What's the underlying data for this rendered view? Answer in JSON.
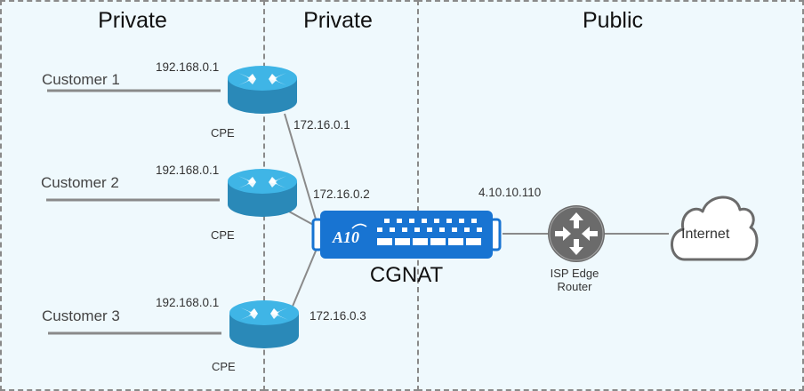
{
  "zones": [
    {
      "title": "Private"
    },
    {
      "title": "Private"
    },
    {
      "title": "Public"
    }
  ],
  "customers": [
    {
      "name": "Customer 1",
      "lan_ip": "192.168.0.1",
      "device": "CPE",
      "wan_ip": "172.16.0.1"
    },
    {
      "name": "Customer 2",
      "lan_ip": "192.168.0.1",
      "device": "CPE",
      "wan_ip": "172.16.0.2"
    },
    {
      "name": "Customer 3",
      "lan_ip": "192.168.0.1",
      "device": "CPE",
      "wan_ip": "172.16.0.3"
    }
  ],
  "cgnat": {
    "label": "CGNAT",
    "logo": "A10",
    "public_ip": "4.10.10.110"
  },
  "isp_router": {
    "label_line1": "ISP Edge",
    "label_line2": "Router"
  },
  "internet": {
    "label": "Internet"
  },
  "colors": {
    "zone_fill": "#eff9fd",
    "router_top": "#3fb5e6",
    "router_side": "#2a89b8",
    "cgnat_blue": "#1874d2",
    "isp_gray": "#6b6b6b",
    "link_gray": "#8a8a8a"
  }
}
